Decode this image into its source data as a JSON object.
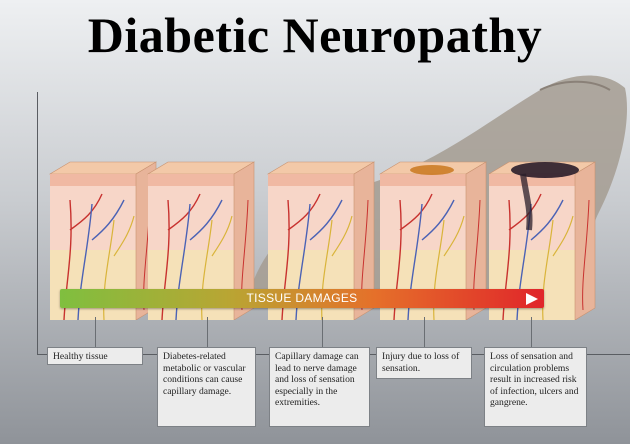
{
  "title": "Diabetic Neuropathy",
  "bar_label": "TISSUE DAMAGES",
  "stages": [
    {
      "text": "Healthy tissue",
      "damage": "none"
    },
    {
      "text": "Diabetes-related metabolic or vascular conditions can cause capillary damage.",
      "damage": "none"
    },
    {
      "text": "Capillary damage can lead to nerve damage and loss of sensation especially in the extremities.",
      "damage": "none"
    },
    {
      "text": "Injury due to loss of sensation.",
      "damage": "injury"
    },
    {
      "text": "Loss of sensation and circulation problems result in increased risk of infection, ulcers and gangrene.",
      "damage": "gangrene"
    }
  ],
  "colors": {
    "skin_top": "#f3c9a8",
    "skin_side": "#f0b9a3",
    "dermis": "#f7d6c8",
    "fat": "#f5e1b8",
    "vein": "#4b62b5",
    "artery": "#c8322f",
    "nerve": "#d9b43a",
    "gradient_start": "#7fbf3f",
    "gradient_end": "#e0252a"
  }
}
